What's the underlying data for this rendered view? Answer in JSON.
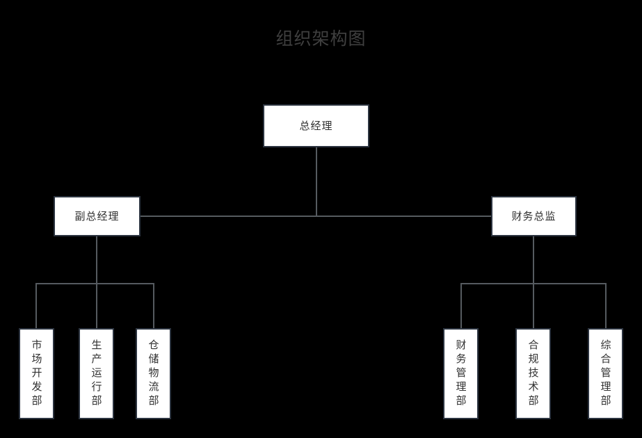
{
  "title": "组织架构图",
  "colors": {
    "background": "#000000",
    "node_fill": "#ffffff",
    "node_border": "#2c3440",
    "connector": "#565b60",
    "title_text": "#3f3f3f",
    "node_text": "#303030"
  },
  "org_chart": {
    "type": "diagram",
    "orientation": "top-down",
    "levels": 3,
    "root": {
      "id": "general-manager",
      "label": "总经理",
      "level": 1
    },
    "level2": [
      {
        "id": "deputy-general-manager",
        "label": "副总经理",
        "level": 2
      },
      {
        "id": "finance-director",
        "label": "财务总监",
        "level": 2
      }
    ],
    "level3": [
      {
        "id": "market-development-dept",
        "label": "市场开发部",
        "level": 3,
        "parent": "deputy-general-manager"
      },
      {
        "id": "production-operations-dept",
        "label": "生产运行部",
        "level": 3,
        "parent": "deputy-general-manager"
      },
      {
        "id": "warehouse-logistics-dept",
        "label": "仓储物流部",
        "level": 3,
        "parent": "deputy-general-manager"
      },
      {
        "id": "finance-management-dept",
        "label": "财务管理部",
        "level": 3,
        "parent": "finance-director"
      },
      {
        "id": "compliance-technology-dept",
        "label": "合规技术部",
        "level": 3,
        "parent": "finance-director"
      },
      {
        "id": "general-management-dept",
        "label": "综合管理部",
        "level": 3,
        "parent": "finance-director"
      }
    ]
  }
}
